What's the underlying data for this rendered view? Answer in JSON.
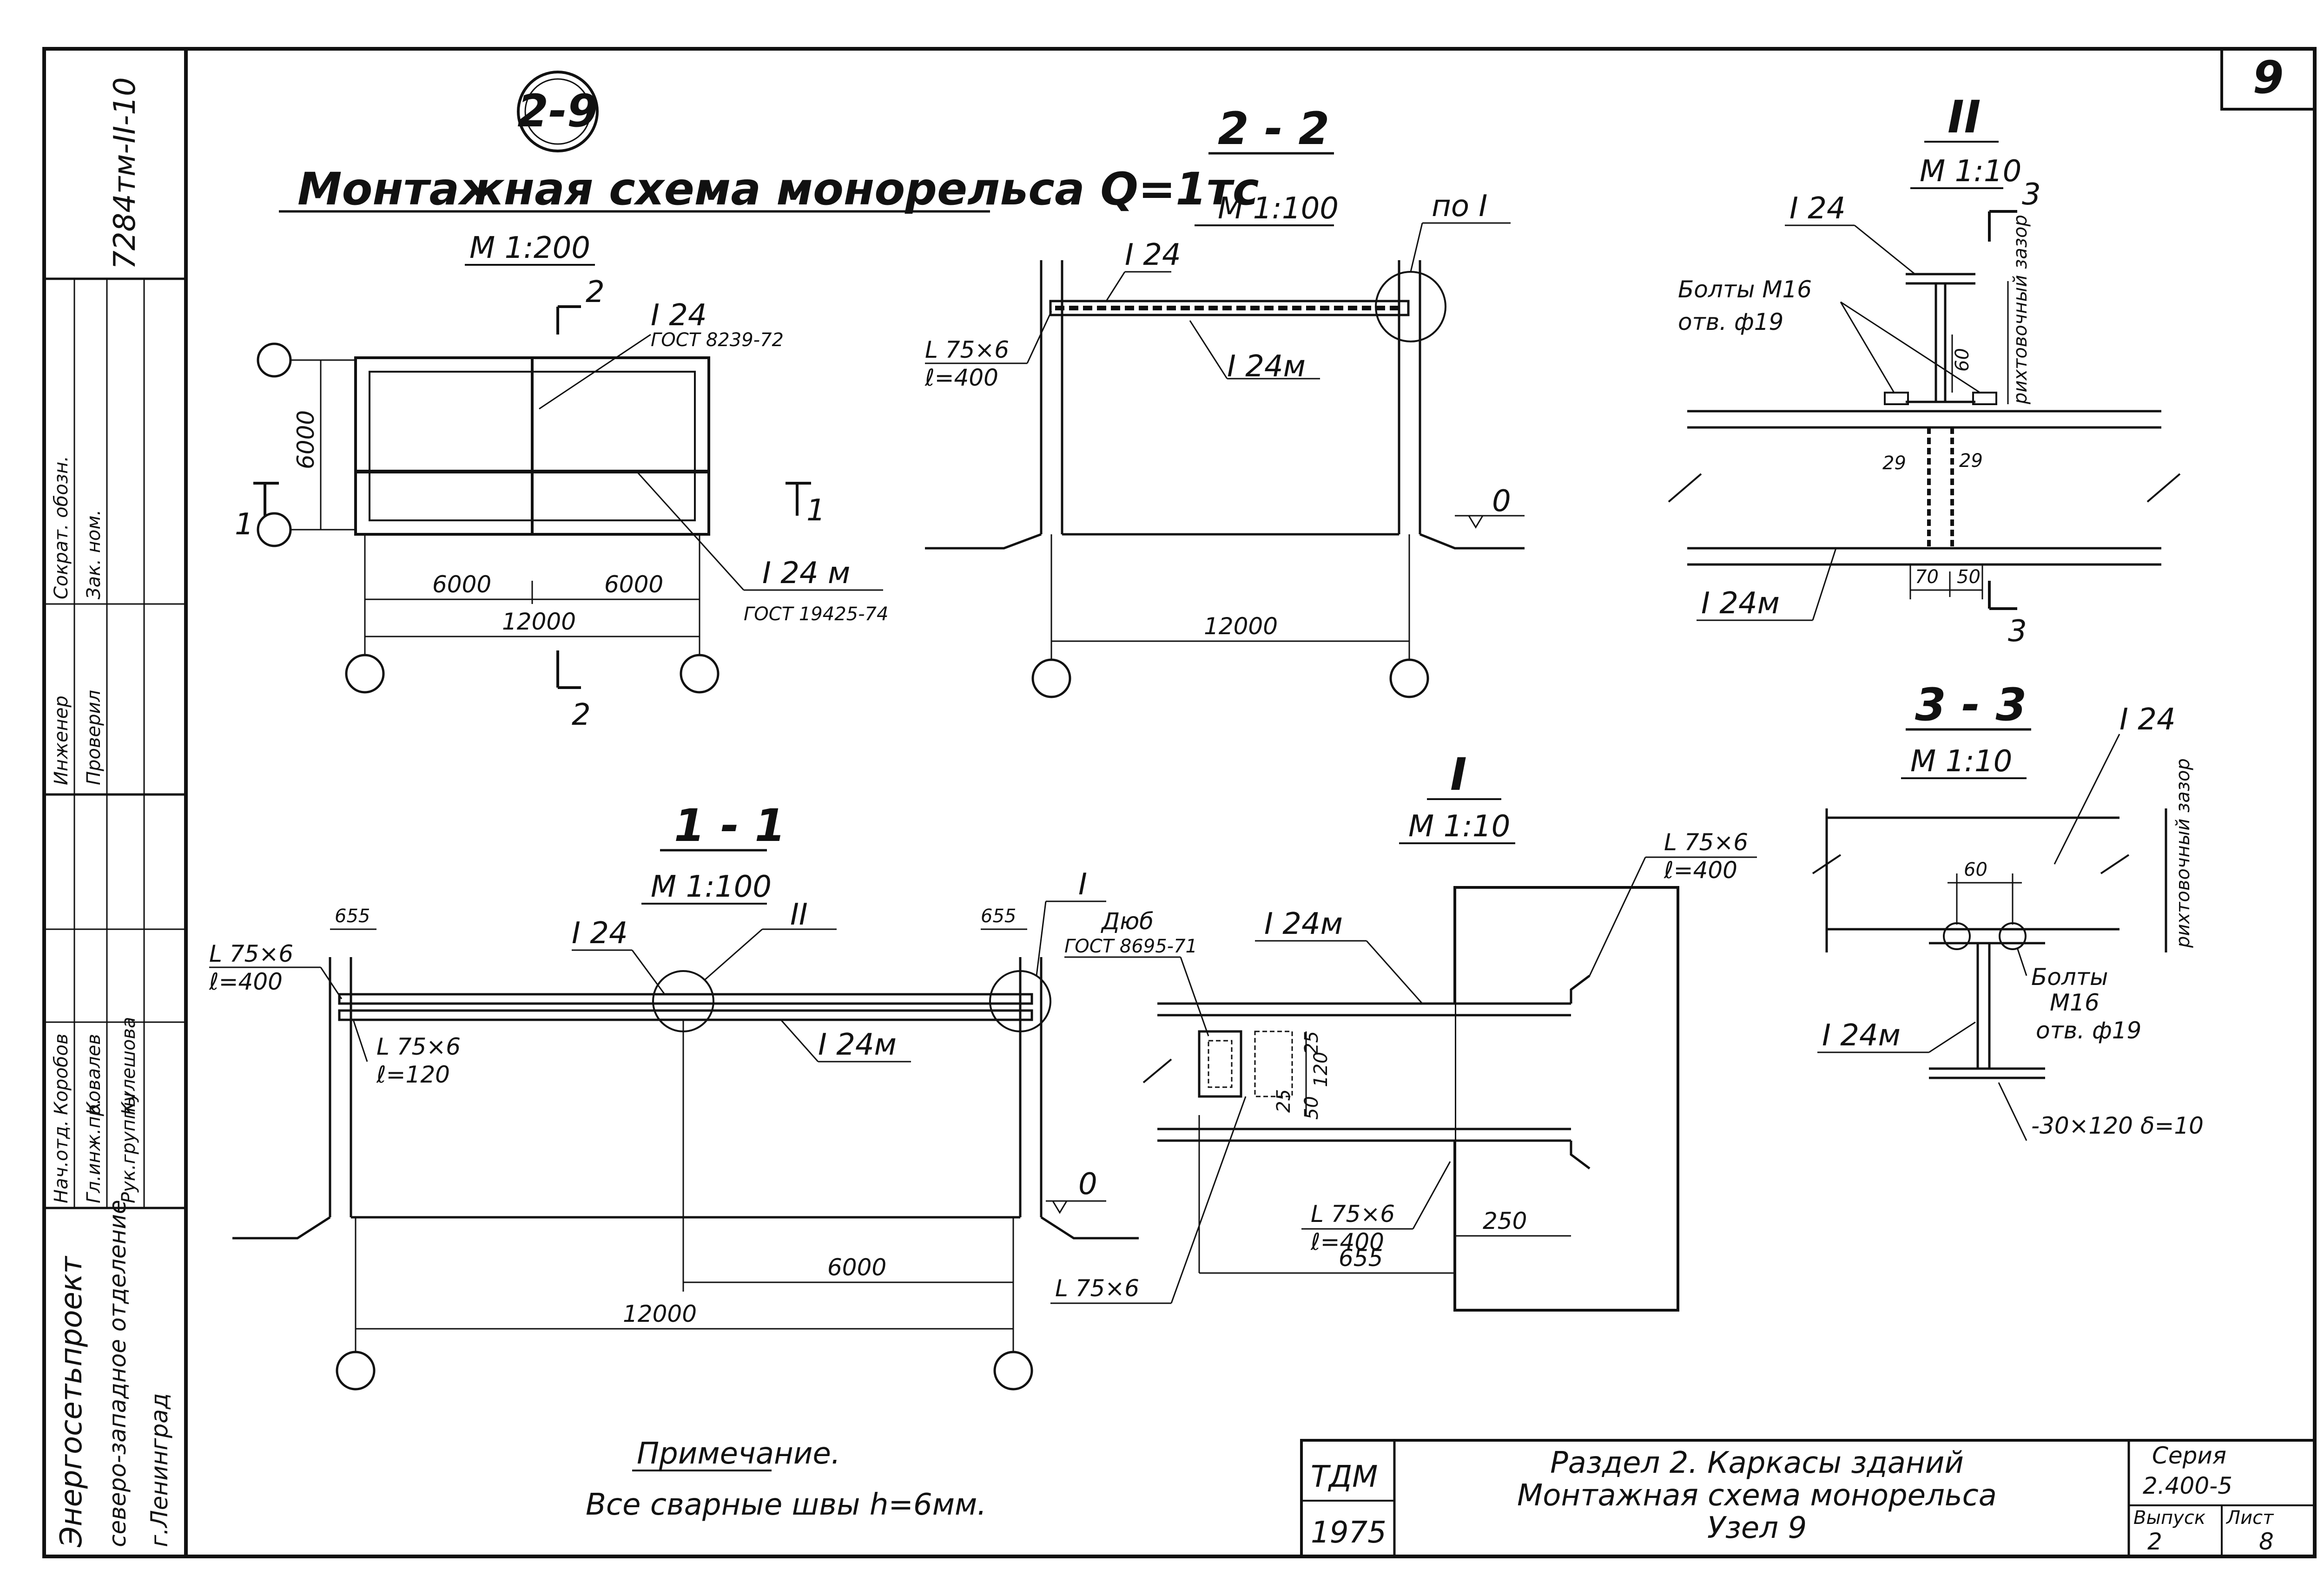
{
  "sheet": {
    "number": "9",
    "doc_code": "7284тм-II-10"
  },
  "node_mark": "2-9",
  "scheme": {
    "title": "Монтажная схема монорельса Q=1тс",
    "scale": "М 1:200",
    "beam_top": "I 24",
    "beam_top_gost": "ГОСТ 8239-72",
    "beam_mono": "I 24 м",
    "beam_mono_gost": "ГОСТ 19425-74",
    "dim_height": "6000",
    "dim_half_left": "6000",
    "dim_half_right": "6000",
    "dim_total": "12000",
    "cut_2": "2",
    "cut_1": "1"
  },
  "section22": {
    "title": "2 - 2",
    "scale": "М 1:100",
    "ref": "по I",
    "beam_top": "I 24",
    "beam_mono": "I 24м",
    "angle": "L 75×6",
    "angle_len": "ℓ=400",
    "dim_total": "12000",
    "level": "0"
  },
  "nodeII": {
    "title": "II",
    "scale": "М 1:10",
    "beam_top": "I 24",
    "bolts": "Болты М16",
    "holes": "отв. ф19",
    "gap": "рихтовочный зазор",
    "d60": "60",
    "d29a": "29",
    "d29b": "29",
    "d70": "70",
    "d50": "50",
    "beam_mono": "I 24м",
    "cut": "3"
  },
  "section11": {
    "title": "1 - 1",
    "scale": "М 1:100",
    "beam_top": "I 24",
    "beam_mono": "I 24м",
    "angle_a": "L 75×6",
    "angle_a_len": "ℓ=400",
    "angle_b": "L 75×6",
    "angle_b_len": "ℓ=120",
    "dim_left": "655",
    "dim_right": "655",
    "node1_ref": "I",
    "node2_ref": "II",
    "dim_half": "6000",
    "dim_total": "12000",
    "level": "0"
  },
  "nodeI": {
    "title": "I",
    "scale": "М 1:10",
    "angle_top": "L 75×6",
    "angle_top_len": "ℓ=400",
    "beam_mono": "I 24м",
    "dowel": "Дюб",
    "dowel_gost": "ГОСТ 8695-71",
    "d25a": "25",
    "d120": "120",
    "d25b": "25",
    "d50": "50",
    "angle_bot": "L 75×6",
    "angle_bot_len": "ℓ=400",
    "angle_side": "L 75×6",
    "d250": "250",
    "d655": "655"
  },
  "section33": {
    "title": "3 - 3",
    "scale": "М 1:10",
    "beam_top": "I 24",
    "gap": "рихтовочный зазор",
    "d60": "60",
    "bolts": "Болты",
    "bolts_size": "М16",
    "holes": "отв. ф19",
    "beam_mono": "I 24м",
    "plate": "-30×120 δ=10"
  },
  "note": {
    "title": "Примечание.",
    "text": "Все сварные швы h=6мм."
  },
  "title_block": {
    "org": "Энергосетьпроект",
    "dept": "северо-западное отделение",
    "city": "г.Ленинград",
    "stamp": "ТДМ",
    "year": "1975",
    "line1": "Раздел 2.  Каркасы зданий",
    "line2": "Монтажная схема монорельса",
    "line3": "Узел 9",
    "series_label": "Серия",
    "series": "2.400-5",
    "issue_label": "Выпуск",
    "issue": "2",
    "sheet_label": "Лист",
    "sheet_no": "8"
  },
  "side_stamp": {
    "r1a": "Нач.отд.",
    "r1b": "Коробов",
    "r2a": "Гл.инж.пр.",
    "r2b": "Ковалев",
    "r3a": "Рук.группы",
    "r3b": "Кулешова",
    "r4a": "Инженер",
    "r4b": "Проверил",
    "r5a": "Сократ. обозн.",
    "r5b": "Зак. ном."
  }
}
